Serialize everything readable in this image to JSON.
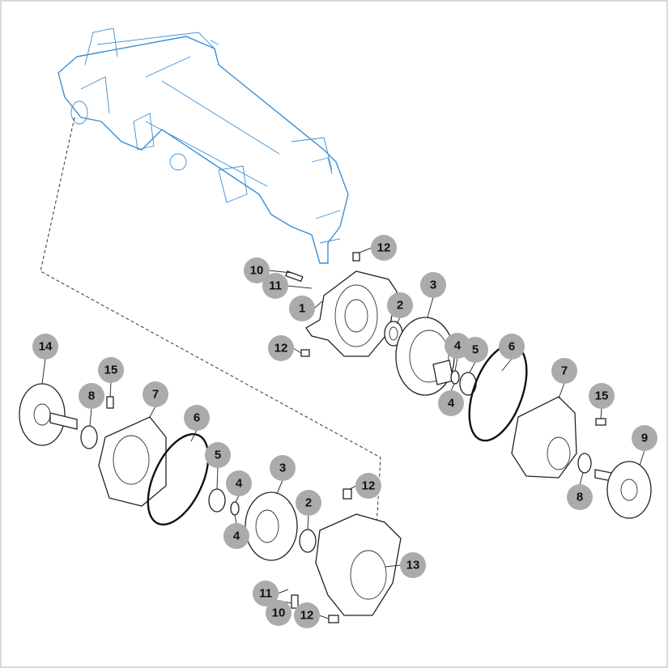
{
  "diagram": {
    "type": "exploded-parts-diagram",
    "callouts": [
      "12",
      "10",
      "11",
      "1",
      "2",
      "3",
      "12",
      "4",
      "5",
      "4",
      "6",
      "7",
      "15",
      "9",
      "8",
      "14",
      "15",
      "8",
      "7",
      "6",
      "5",
      "4",
      "3",
      "4",
      "2",
      "12",
      "13",
      "11",
      "10",
      "12"
    ]
  },
  "colors": {
    "axle_tube": "#3b8fd6",
    "callout_fill": "#ababab",
    "line": "#222222"
  }
}
